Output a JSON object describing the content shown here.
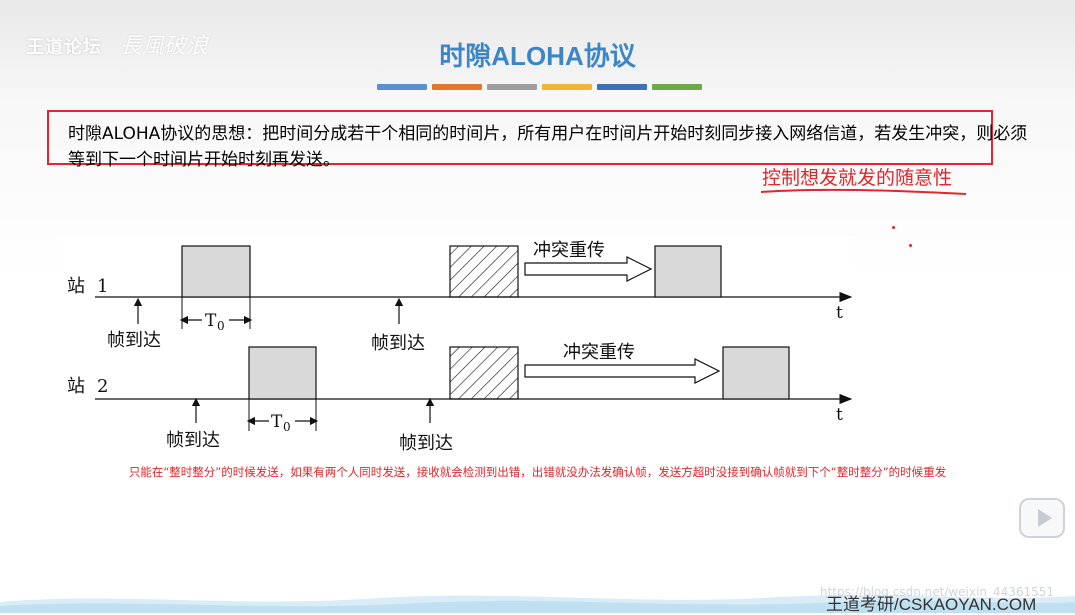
{
  "slide": {
    "forum_logo": "王道论坛",
    "forum_signature": "長風破浪",
    "title": "时隙ALOHA协议",
    "color_bars": [
      "#5b8fd0",
      "#e0762f",
      "#9e9e9e",
      "#f1b43a",
      "#3f70b4",
      "#6fa84a"
    ],
    "idea_text": "时隙ALOHA协议的思想：把时间分成若干个相同的时间片，所有用户在时间片开始时刻同步接入网络信道，若发生冲突，则必须等到下一个时间片开始时刻再发送。",
    "annotation": "控制想发就发的随意性",
    "note": "只能在“整时整分”的时候发送，如果有两个人同时发送，接收就会检测到出错，出错就没办法发确认帧，发送方超时没接到确认帧就到下个“整时整分”的时候重发",
    "watermark": "https://blog.csdn.net/weixin_44361551",
    "footer_brand": "王道考研/CSKAOYAN.COM"
  },
  "diagram": {
    "station1_label": "站",
    "station1_num": "1",
    "station2_label": "站",
    "station2_num": "2",
    "axis_label": "t",
    "period_label": "T",
    "period_sub": "0",
    "arrival_label": "帧到达",
    "retransmit_label": "冲突重传"
  },
  "icons": {
    "play": "play-icon"
  }
}
